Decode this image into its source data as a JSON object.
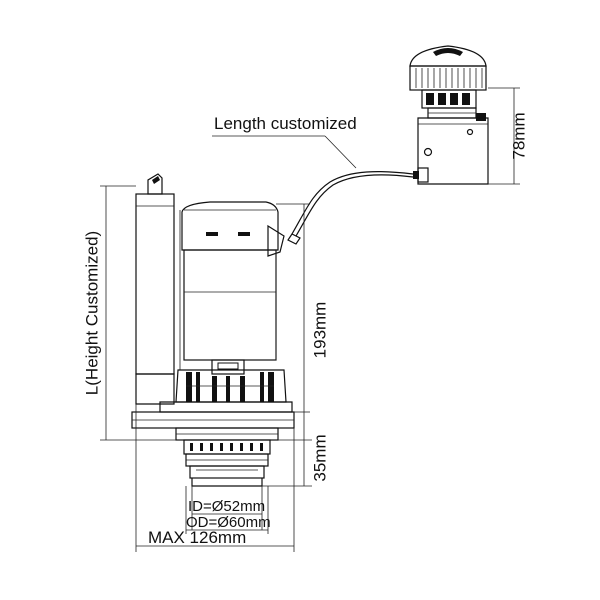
{
  "labels": {
    "length": "Length customized",
    "height": "L(Height Customized)",
    "dim_78": "78mm",
    "dim_193": "193mm",
    "dim_35": "35mm",
    "id": "ID=Ø52mm",
    "od": "OD=Ø60mm",
    "max_width": "MAX 126mm"
  }
}
